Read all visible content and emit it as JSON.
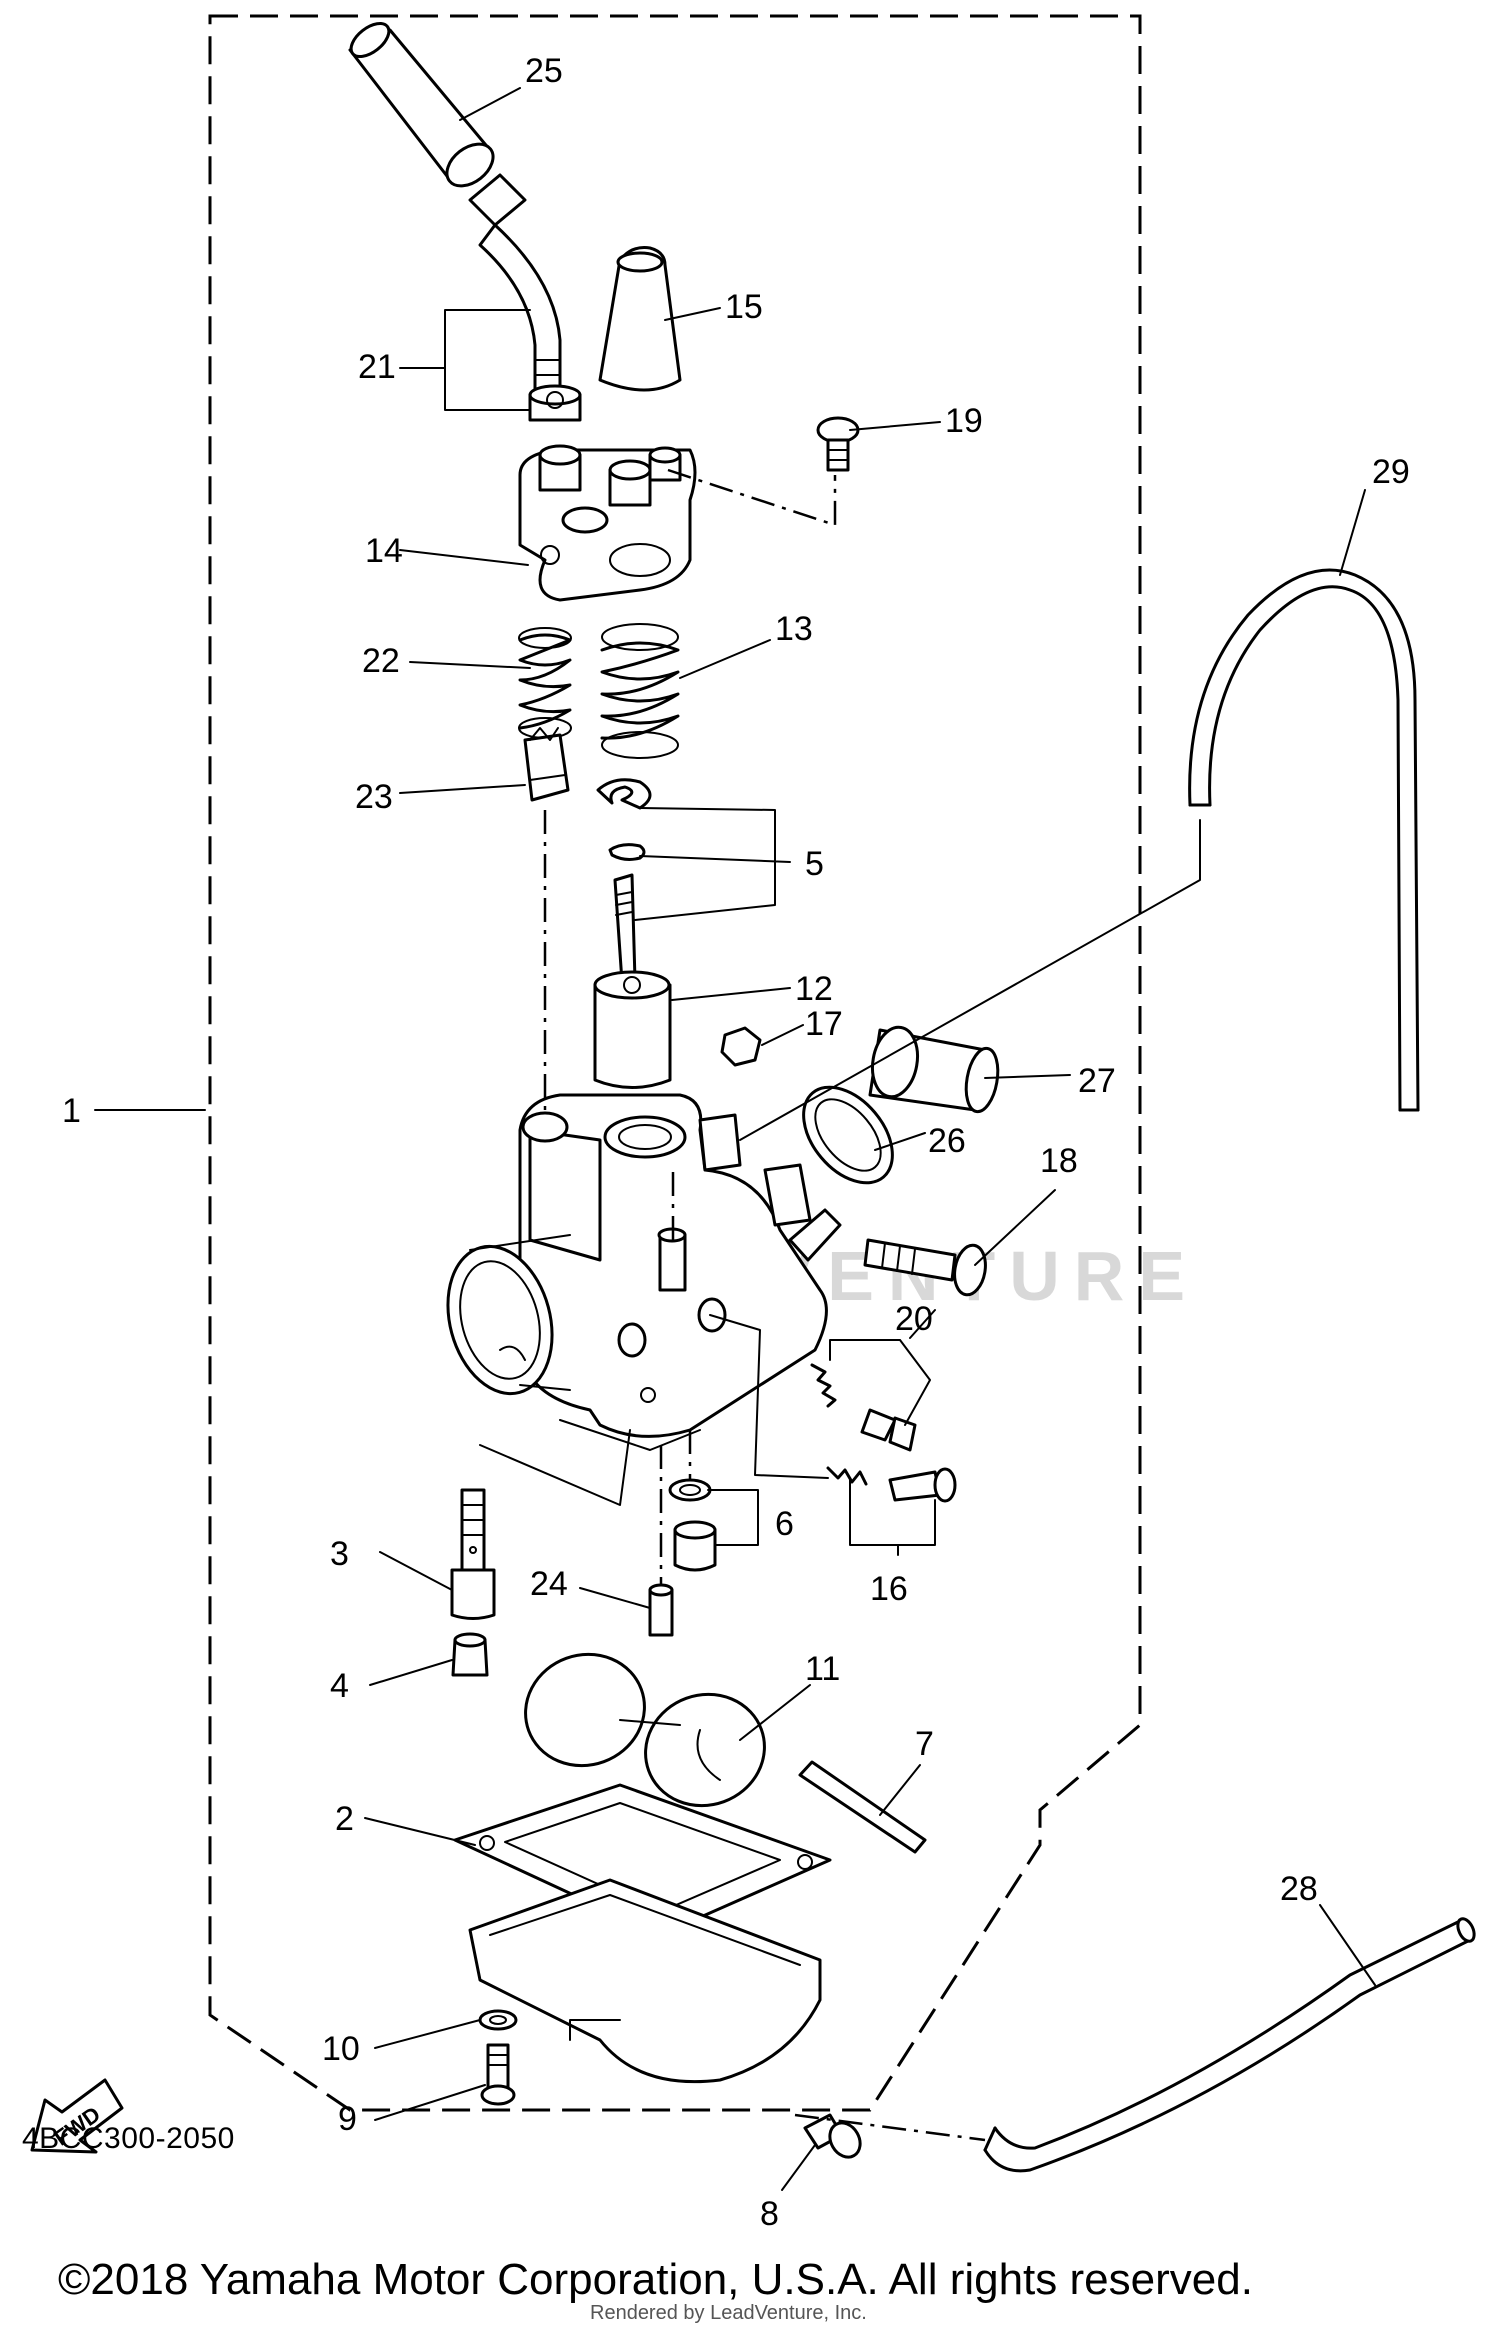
{
  "diagram": {
    "callouts": {
      "c1": "1",
      "c2": "2",
      "c3": "3",
      "c4": "4",
      "c5": "5",
      "c6": "6",
      "c7": "7",
      "c8": "8",
      "c9": "9",
      "c10": "10",
      "c11": "11",
      "c12": "12",
      "c13": "13",
      "c14": "14",
      "c15": "15",
      "c16": "16",
      "c17": "17",
      "c18": "18",
      "c19": "19",
      "c20": "20",
      "c21": "21",
      "c22": "22",
      "c23": "23",
      "c24": "24",
      "c25": "25",
      "c26": "26",
      "c27": "27",
      "c28": "28",
      "c29": "29"
    },
    "fwd_badge": "FWD",
    "watermark": "LEADVENTURE",
    "drawing_code": "4BCC300-2050"
  },
  "footer": {
    "copyright": "©2018 Yamaha Motor Corporation, U.S.A. All rights reserved.",
    "rendered_by": "Rendered by LeadVenture, Inc."
  }
}
